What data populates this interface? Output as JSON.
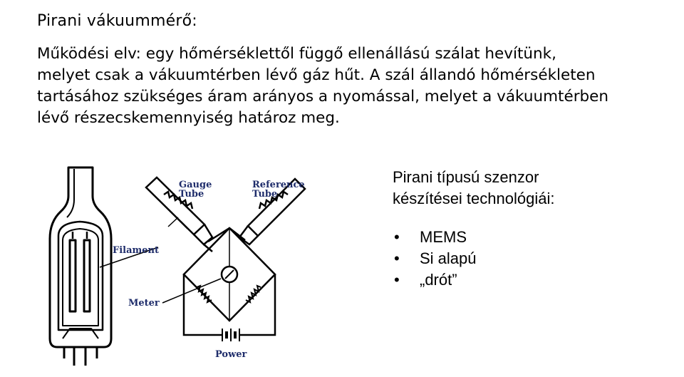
{
  "title": "Pirani vákuummérő:",
  "description_lines": [
    "Működési elv: egy hőmérséklettől függő ellenállású  szálat hevítünk,",
    "melyet csak a vákuumtérben lévő gáz hűt. A szál állandó hőmérsékleten",
    "tartásához szükséges áram arányos a nyomással, melyet a vákuumtérben",
    "lévő részecskemennyiség határoz meg."
  ],
  "sidebar": {
    "heading_lines": [
      "Pirani típusú szenzor",
      "készítései technológiái:"
    ],
    "bullets": [
      "MEMS",
      "Si alapú",
      "„drót”"
    ],
    "bullet_glyph": "•"
  },
  "figure_labels": {
    "gauge_tube_1": "Gauge",
    "gauge_tube_2": "Tube",
    "reference_tube_1": "Reference",
    "reference_tube_2": "Tube",
    "filament": "Filament",
    "meter": "Meter",
    "power": "Power"
  },
  "colors": {
    "label_color": "#1f2d6b",
    "text_color": "#000000"
  }
}
